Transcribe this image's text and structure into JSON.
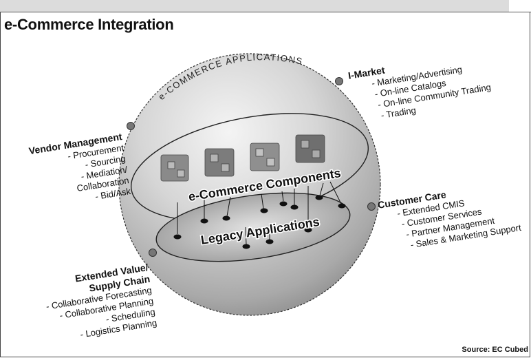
{
  "title": "e-Commerce Integration",
  "source": "Source: EC Cubed",
  "sphere": {
    "arc_label": "e-COMMERCE APPLICATIONS",
    "components_label": "e-Commerce Components",
    "legacy_label": "Legacy Applications"
  },
  "i_market": {
    "heading": "I-Market",
    "items": [
      "- Marketing/Advertising",
      "- On-line Catalogs",
      "- On-line Community Trading",
      "- Trading"
    ]
  },
  "vendor_management": {
    "heading": "Vendor Management",
    "items": [
      "- Procurement",
      "- Sourcing",
      "- Mediation/",
      "Collaboration",
      "- Bid/Ask"
    ]
  },
  "customer_care": {
    "heading": "Customer Care",
    "items": [
      "- Extended CMIS",
      "- Customer Services",
      "- Partner Management",
      "- Sales & Marketing Support"
    ]
  },
  "extended_value": {
    "heading_line1": "Extended Value/",
    "heading_line2": "Supply Chain",
    "items": [
      "- Collaborative Forecasting",
      "- Collaborative Planning",
      "- Scheduling",
      "- Logistics Planning"
    ]
  }
}
